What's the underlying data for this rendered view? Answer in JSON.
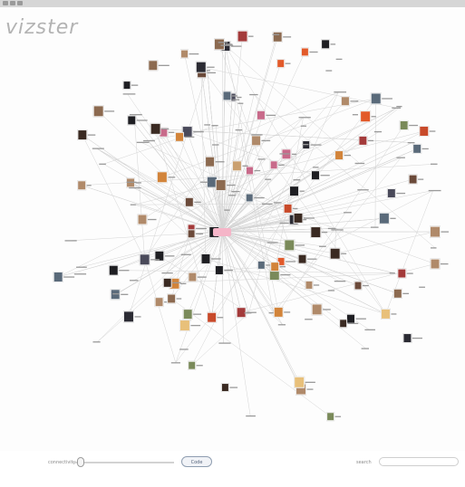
{
  "app": {
    "brand": "vizster"
  },
  "graph": {
    "center_label": "",
    "node_count": 176,
    "edge_count": 260,
    "colors": {
      "edge": "#d4d4d4",
      "center": "#f5b5c8",
      "label": "#9a9a9a",
      "photo_tones": [
        "#3a2a22",
        "#6b4a3a",
        "#8c6a50",
        "#b08a6a",
        "#2b2b33",
        "#c84a2a",
        "#d2843a",
        "#e8c07a",
        "#5a6a7a",
        "#a33a3a",
        "#7a8a5a",
        "#c86a8a",
        "#4a4a5a",
        "#e25a2a",
        "#1e1e22",
        "#caa070"
      ]
    }
  },
  "footer": {
    "connectivity_label": "connectivity",
    "code_button": "Code",
    "search_label": "search",
    "search_value": "",
    "search_placeholder": "",
    "slider_value": 0.08
  }
}
